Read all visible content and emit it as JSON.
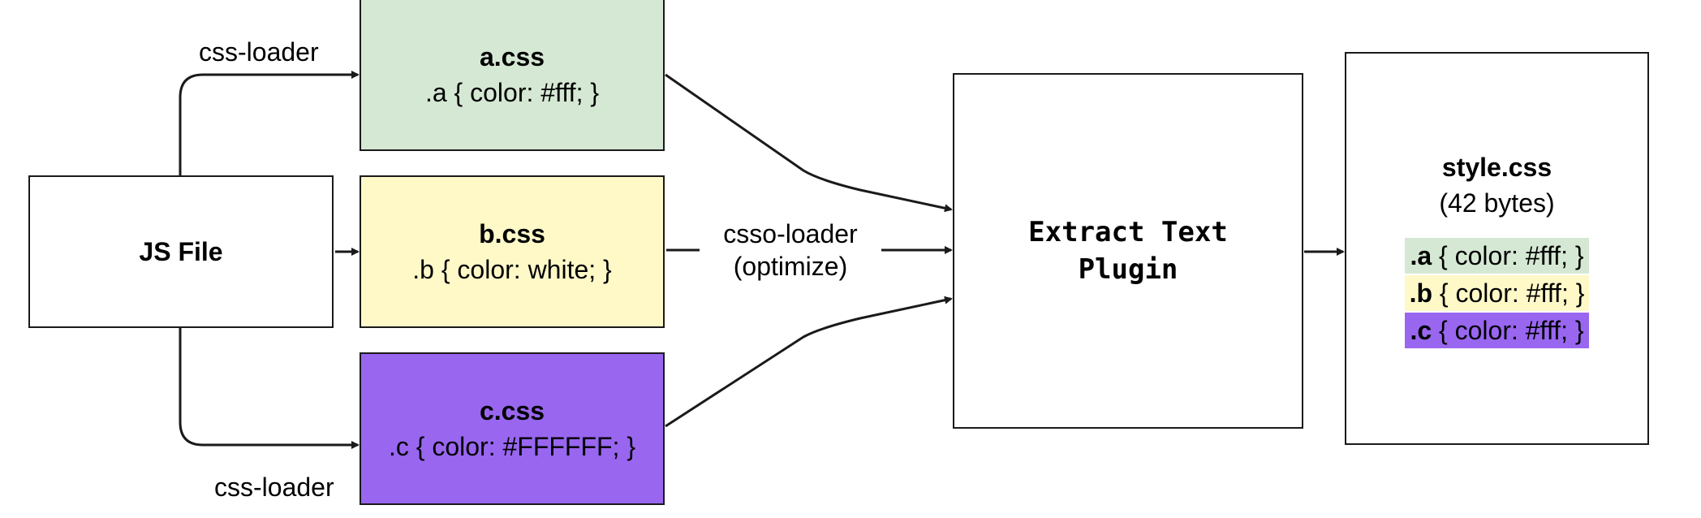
{
  "diagram": {
    "js_file": {
      "label": "JS File"
    },
    "css_files": [
      {
        "name": "a.css",
        "rule": ".a {  color: #fff; }",
        "fill": "#d5e8d4"
      },
      {
        "name": "b.css",
        "rule": ".b {  color: white; }",
        "fill": "#fff9c8"
      },
      {
        "name": "c.css",
        "rule": ".c { color: #FFFFFF; }",
        "fill": "#9966f0"
      }
    ],
    "edge_labels": {
      "css_loader_top": "css-loader",
      "css_loader_bottom": "css-loader",
      "csso_loader": "csso-loader",
      "csso_optimize": "(optimize)"
    },
    "plugin": {
      "line1": "Extract Text",
      "line2": "Plugin"
    },
    "output": {
      "name": "style.css",
      "size": "(42 bytes)",
      "rules": [
        {
          "selector": ".a",
          "body": " {  color: #fff; }",
          "fill": "#d5e8d4"
        },
        {
          "selector": ".b",
          "body": " {  color: #fff; }",
          "fill": "#fff9c8"
        },
        {
          "selector": ".c",
          "body": " {  color: #fff; }",
          "fill": "#9966f0"
        }
      ]
    },
    "colors": {
      "stroke": "#1a1a1a",
      "box_fill": "#ffffff"
    }
  }
}
